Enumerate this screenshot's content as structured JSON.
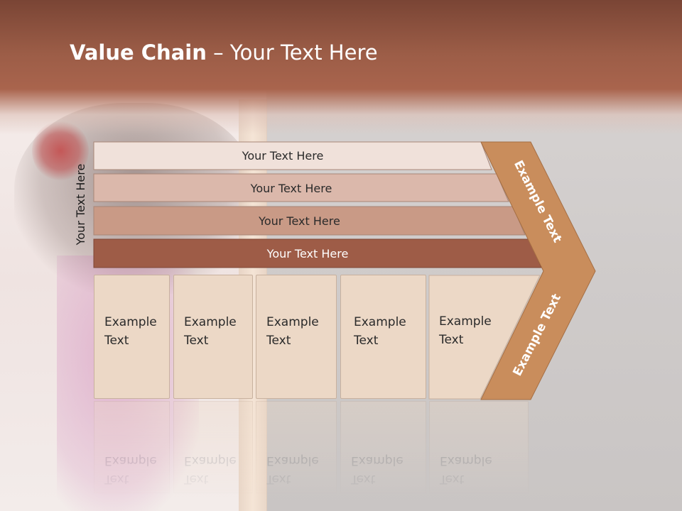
{
  "title": {
    "bold": "Value Chain",
    "rest": " – Your Text Here"
  },
  "side_label": "Your Text Here",
  "rows": [
    {
      "label": "Your Text Here",
      "color": "#f0e1da"
    },
    {
      "label": "Your Text Here",
      "color": "#dbb8ab"
    },
    {
      "label": "Your Text Here",
      "color": "#c99a86"
    },
    {
      "label": "Your Text Here",
      "color": "#9e5c47"
    }
  ],
  "cards": [
    {
      "line1": "Example",
      "line2": "Text"
    },
    {
      "line1": "Example",
      "line2": "Text"
    },
    {
      "line1": "Example",
      "line2": "Text"
    },
    {
      "line1": "Example",
      "line2": "Text"
    },
    {
      "line1": "Example",
      "line2": "Text"
    }
  ],
  "chevron": {
    "top_label": "Example Text",
    "bottom_label": "Example Text",
    "color": "#c98d5c"
  },
  "colors": {
    "header": "#9c5d47",
    "card_fill": "#ecd8c6"
  }
}
